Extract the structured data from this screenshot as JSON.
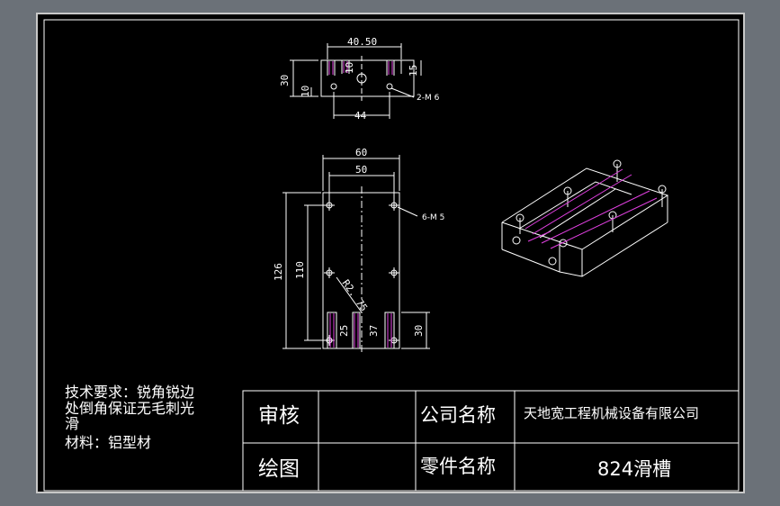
{
  "top_view": {
    "dims": {
      "overall_width": "40.50",
      "height": "30",
      "slot_height_a": "10",
      "slot_height_b": "15",
      "bottom_offset": "10",
      "hole_span": "44",
      "hole_callout": "2-M 6"
    }
  },
  "front_view": {
    "dims": {
      "width": "60",
      "hole_pitch_x": "50",
      "overall_height": "126",
      "hole_pitch_y": "110",
      "radius": "R2. 75",
      "slot_depth": "25",
      "slot_length": "37",
      "slot_offset": "30",
      "hole_callout": "6-M 5"
    }
  },
  "notes": {
    "line1": "技术要求：锐角锐边",
    "line2": "处倒角保证无毛刺光",
    "line3": "滑",
    "line4": "材料：铝型材"
  },
  "title_block": {
    "review_label": "审核",
    "drawing_label": "绘图",
    "company_label": "公司名称",
    "company_value": "天地宽工程机械设备有限公司",
    "part_label": "零件名称",
    "part_value": "824滑槽"
  },
  "colors": {
    "background": "#6b7178",
    "sheet": "#000000",
    "line": "#ffffff",
    "hidden": "#e040e0"
  }
}
